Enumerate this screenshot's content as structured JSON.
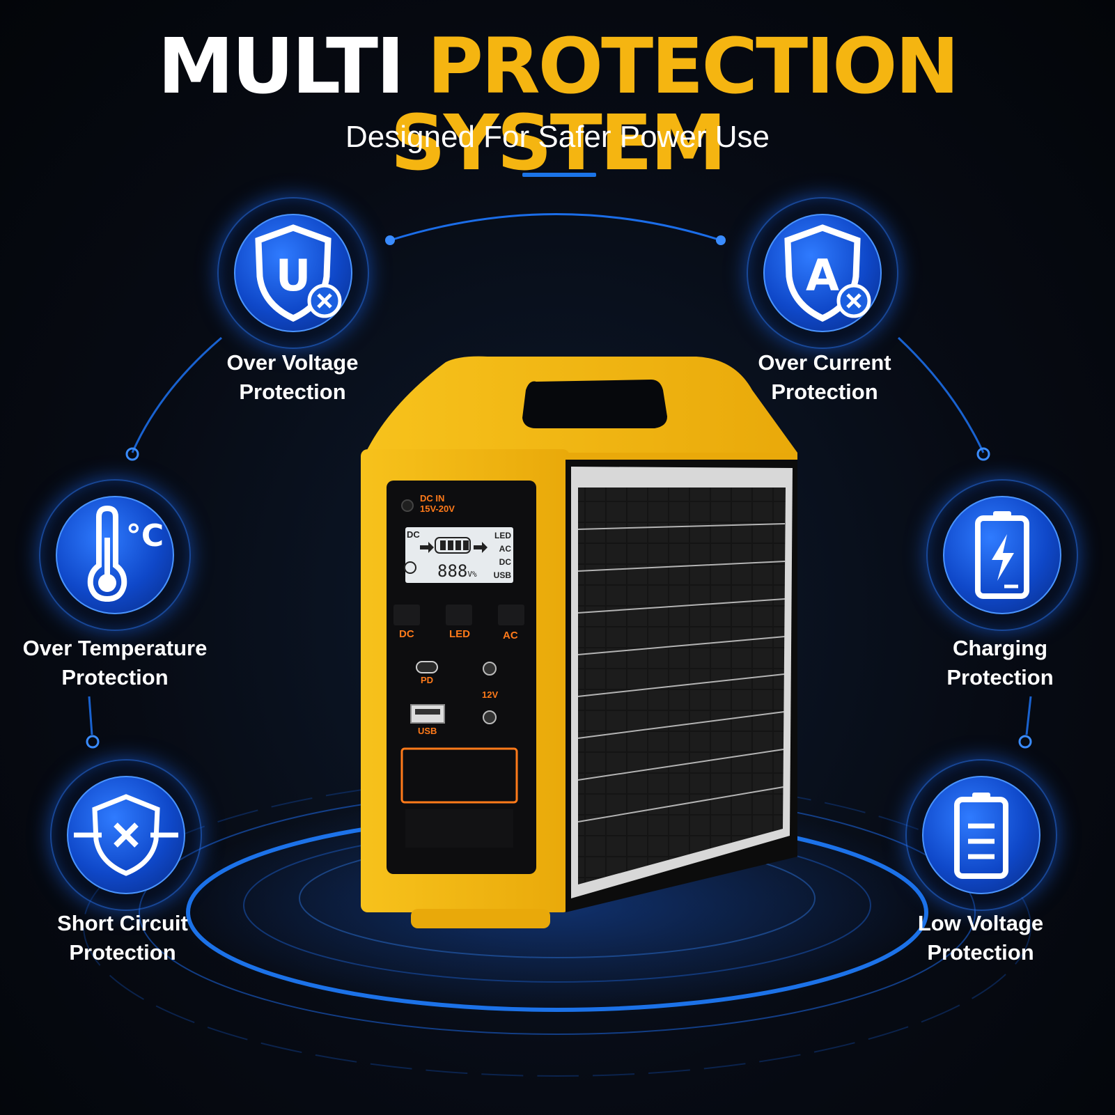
{
  "title": {
    "part1": "MULTI",
    "part2": "PROTECTION SYSTEM"
  },
  "subtitle": "Designed For Safer Power Use",
  "features": [
    {
      "line1": "Over Voltage",
      "line2": "Protection",
      "icon": "shield-u-icon"
    },
    {
      "line1": "Over Current",
      "line2": "Protection",
      "icon": "shield-a-icon"
    },
    {
      "line1": "Over Temperature",
      "line2": "Protection",
      "icon": "thermometer-icon"
    },
    {
      "line1": "Charging",
      "line2": "Protection",
      "icon": "battery-charging-icon"
    },
    {
      "line1": "Short Circuit",
      "line2": "Protection",
      "icon": "short-circuit-icon"
    },
    {
      "line1": "Low Voltage",
      "line2": "Protection",
      "icon": "battery-low-icon"
    }
  ],
  "device": {
    "dc_in": "DC IN",
    "dc_in_range": "15V-20V",
    "lcd_left": "DC",
    "lcd_right": [
      "LED",
      "AC",
      "DC",
      "USB"
    ],
    "lcd_digits": "888",
    "lcd_units": "V%",
    "btn_dc": "DC",
    "btn_led": "LED",
    "btn_ac": "AC",
    "port_pd": "PD",
    "port_12v": "12V",
    "port_usb": "USB"
  },
  "colors": {
    "accent_yellow": "#f5b511",
    "accent_blue": "#1b74e8",
    "device_orange": "#ff7a1a"
  }
}
